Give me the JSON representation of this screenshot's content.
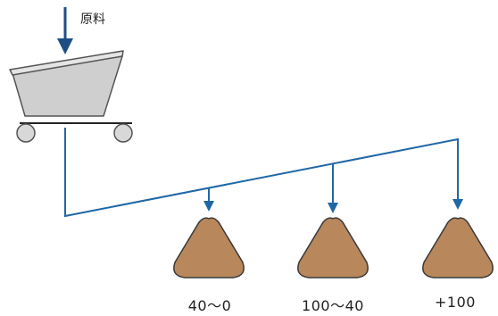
{
  "input": {
    "label": "原料"
  },
  "products": [
    {
      "label": "40〜0"
    },
    {
      "label": "100〜40"
    },
    {
      "label": "+100"
    }
  ],
  "colors": {
    "flow_line": "#1f67a6",
    "arrow_dark": "#1d4f86",
    "screen_fill": "#cfcfcf",
    "screen_outline": "#555555",
    "pile_fill": "#b8875c",
    "pile_outline": "#3a3a3a"
  }
}
